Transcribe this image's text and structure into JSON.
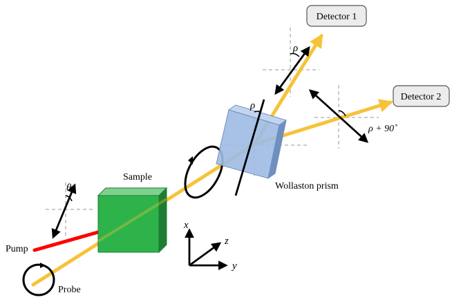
{
  "diagram": {
    "detector_1": "Detector 1",
    "detector_2": "Detector 2",
    "sample": "Sample",
    "wollaston_prism": "Wollaston prism",
    "pump": "Pump",
    "probe": "Probe",
    "theta": "θ",
    "rho": "ρ",
    "rho_plus_90": "ρ + 90˚",
    "axis_x": "x",
    "axis_y": "y",
    "axis_z": "z"
  },
  "colors": {
    "beam": "#f6c338",
    "pump_beam": "#ff0000",
    "sample_front": "#2db34a",
    "sample_side": "#1d7d33",
    "prism": "#9dbbe3",
    "prism_edge": "#6f8fbf",
    "detector_fill": "#ececec",
    "guide_lines": "#b8b8b8"
  }
}
